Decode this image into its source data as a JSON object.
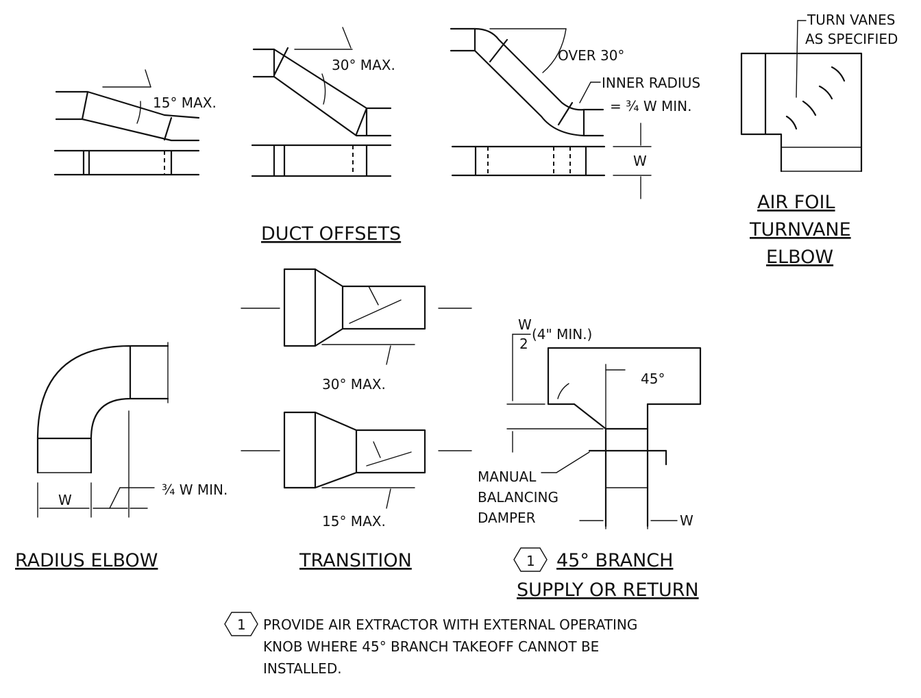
{
  "duct_offsets": {
    "title": "DUCT OFFSETS",
    "label_15": "15° MAX.",
    "label_30": "30° MAX.",
    "label_over30": "OVER 30°",
    "inner_radius_1": "INNER RADIUS",
    "inner_radius_2": "= ¾ W MIN.",
    "w_label": "W"
  },
  "air_foil": {
    "callout_1": "TURN VANES",
    "callout_2": "AS SPECIFIED",
    "title_1": "AIR FOIL",
    "title_2": "TURNVANE",
    "title_3": "ELBOW"
  },
  "radius_elbow": {
    "title": "RADIUS ELBOW",
    "w_label": "W",
    "min_label": "¾ W MIN."
  },
  "transition": {
    "title": "TRANSITION",
    "label_30": "30° MAX.",
    "label_15": "15° MAX."
  },
  "branch": {
    "keynote": "1",
    "title_1": "45° BRANCH",
    "title_2": "SUPPLY OR RETURN",
    "frac_num": "W",
    "frac_den": "2",
    "frac_note": "(4\" MIN.)",
    "angle_label": "45°",
    "damper_1": "MANUAL",
    "damper_2": "BALANCING",
    "damper_3": "DAMPER",
    "w_label": "W"
  },
  "footnote": {
    "keynote": "1",
    "line_1": "PROVIDE AIR EXTRACTOR WITH EXTERNAL OPERATING",
    "line_2": "KNOB WHERE 45° BRANCH TAKEOFF CANNOT BE",
    "line_3": "INSTALLED."
  }
}
